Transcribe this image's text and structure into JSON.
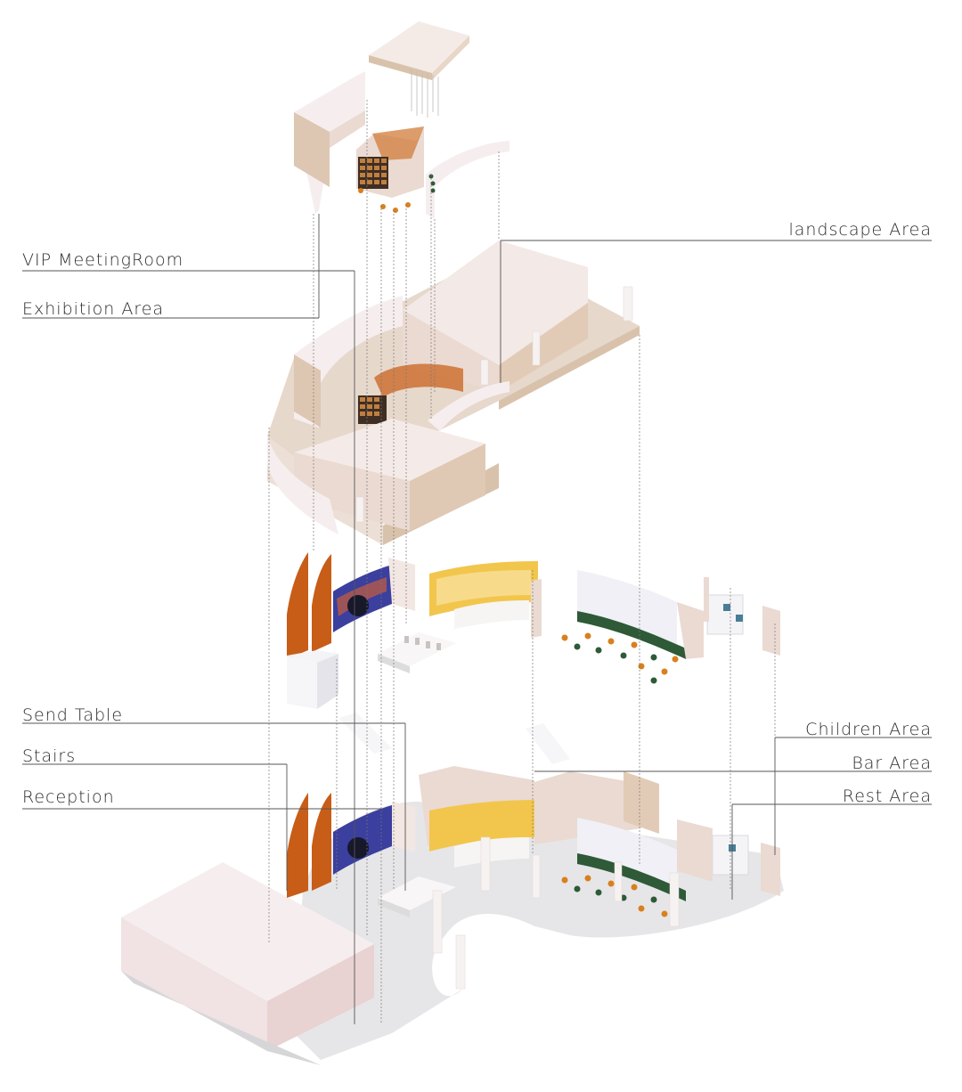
{
  "labels": {
    "vip_meeting_room": "VIP MeetingRoom",
    "exhibition_area": "Exhibition Area",
    "landscape_area": "landscape Area",
    "send_table": "Send Table",
    "stairs": "Stairs",
    "reception": "Reception",
    "children_area": "Children Area",
    "bar_area": "Bar Area",
    "rest_area": "Rest Area"
  },
  "colors": {
    "wall_light": "#f3e7e6",
    "wall_mid": "#eadad2",
    "wall_dark": "#d9c2ab",
    "floor_wood": "#e4d3c5",
    "terrazzo": "#e9e9ea",
    "accent_orange": "#c8651b",
    "screen_blue": "#3b3f9e",
    "bar_yellow": "#f1c94a",
    "sofa_green": "#2e5a37",
    "chair_orange": "#d9801e",
    "leader_line": "#555555"
  }
}
